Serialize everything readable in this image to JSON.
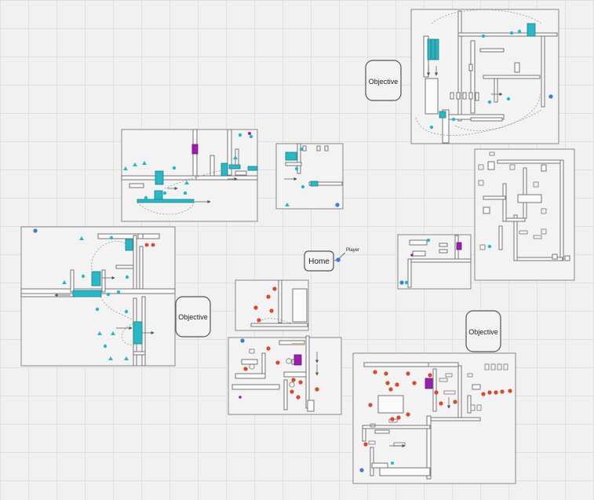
{
  "labels": {
    "home": "Home",
    "player": "Player",
    "objective_1": "Objective",
    "objective_2": "Objective",
    "objective_3": "Objective"
  },
  "colors": {
    "teal": "#29b8c6",
    "red": "#d9482b",
    "blue": "#3b7ed8",
    "purple": "#9b1fae",
    "wall": "#777777",
    "panel": "#f3f3f3"
  }
}
